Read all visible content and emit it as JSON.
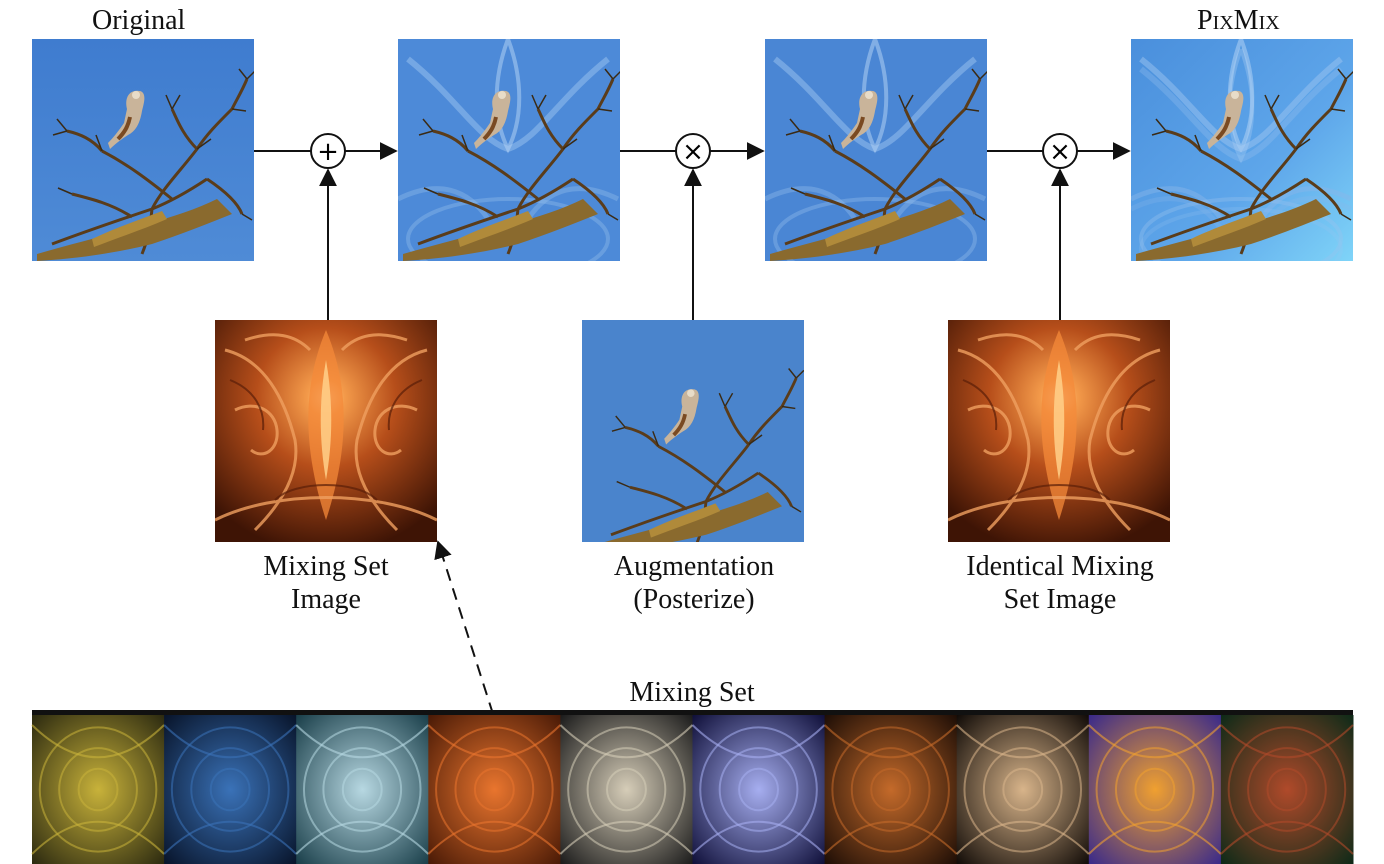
{
  "labels": {
    "original": "Original",
    "pixmix": "PixMix",
    "mixing_set_image": [
      "Mixing Set",
      "Image"
    ],
    "augmentation": [
      "Augmentation",
      "(Posterize)"
    ],
    "identical_mixing": [
      "Identical Mixing",
      "Set Image"
    ],
    "mixing_set": "Mixing Set"
  },
  "operators": [
    "+",
    "×",
    "×"
  ],
  "colors": {
    "sky": "#4a86d4",
    "sky_light": "#6fb0ee",
    "fractal_orange": "#b5501d",
    "branch": "#7a5a2a"
  },
  "mixing_set_tiles": [
    {
      "name": "green-gold-waves",
      "a": "#2c2a10",
      "b": "#c8b23a"
    },
    {
      "name": "blue-heart-fractal",
      "a": "#08142a",
      "b": "#3a72b8"
    },
    {
      "name": "teal-spiral",
      "a": "#1a3f4a",
      "b": "#b7d8e2"
    },
    {
      "name": "orange-flame",
      "a": "#4a1a06",
      "b": "#e9752e"
    },
    {
      "name": "gray-ring",
      "a": "#1c1c1c",
      "b": "#d6cdb8"
    },
    {
      "name": "violet-bubbles",
      "a": "#10103a",
      "b": "#a6aef0"
    },
    {
      "name": "copper-pillars",
      "a": "#1e0e06",
      "b": "#c46a2a"
    },
    {
      "name": "bronze-mandala",
      "a": "#120c08",
      "b": "#d8b48a"
    },
    {
      "name": "mandelbrot",
      "a": "#3a2a8a",
      "b": "#f0a030"
    },
    {
      "name": "green-red-feathers",
      "a": "#0e2a18",
      "b": "#b04a2a"
    }
  ]
}
